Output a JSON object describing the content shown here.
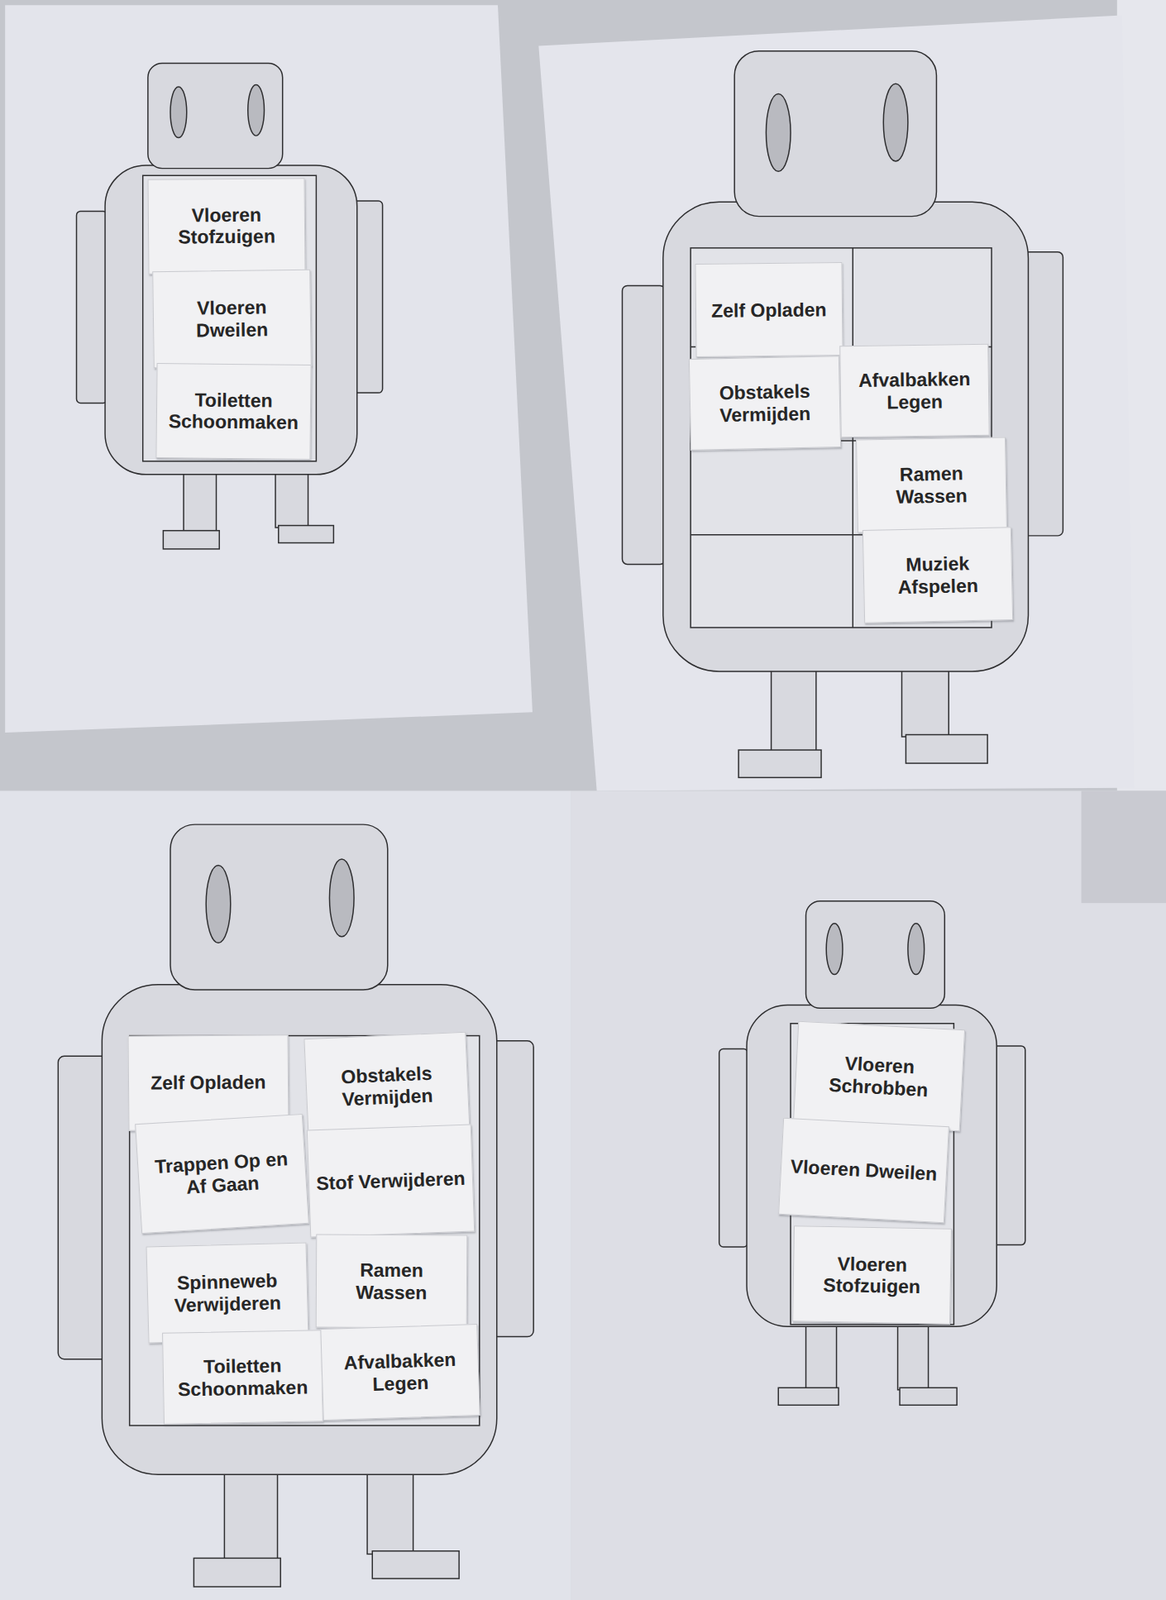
{
  "diagram": {
    "nodes": [
      {
        "text": [
          "Vloeren Stofzuigen"
        ]
      },
      {
        "text": [
          "Vloeren Dweilen"
        ]
      },
      {
        "text": [
          "Toiletten Schoonmaken"
        ]
      },
      {
        "text": [
          "Zelf Opladen"
        ]
      },
      {
        "text": [
          "Obstakels Vermijden"
        ]
      },
      {
        "text": [
          "Afvalbakken Legen"
        ]
      },
      {
        "text": [
          "Ramen Wassen"
        ]
      },
      {
        "text": [
          "Muziek Afspelen"
        ]
      },
      {
        "text": [
          "Zelf Opladen"
        ]
      },
      {
        "text": [
          "Obstakels Vermijden"
        ]
      },
      {
        "text": [
          "Trappen Op en Af Gaan"
        ]
      },
      {
        "text": [
          "Stof Verwijderen"
        ]
      },
      {
        "text": [
          "Spinneweb Verwijderen"
        ]
      },
      {
        "text": [
          "Ramen Wassen"
        ]
      },
      {
        "text": [
          "Toiletten Schoonmaken"
        ]
      },
      {
        "text": [
          "Afvalbakken Legen"
        ]
      },
      {
        "text": [
          "Vloeren Schrobben"
        ]
      },
      {
        "text": [
          "Vloeren Dweilen"
        ]
      },
      {
        "text": [
          "Vloeren Stofzuigen"
        ]
      }
    ]
  }
}
